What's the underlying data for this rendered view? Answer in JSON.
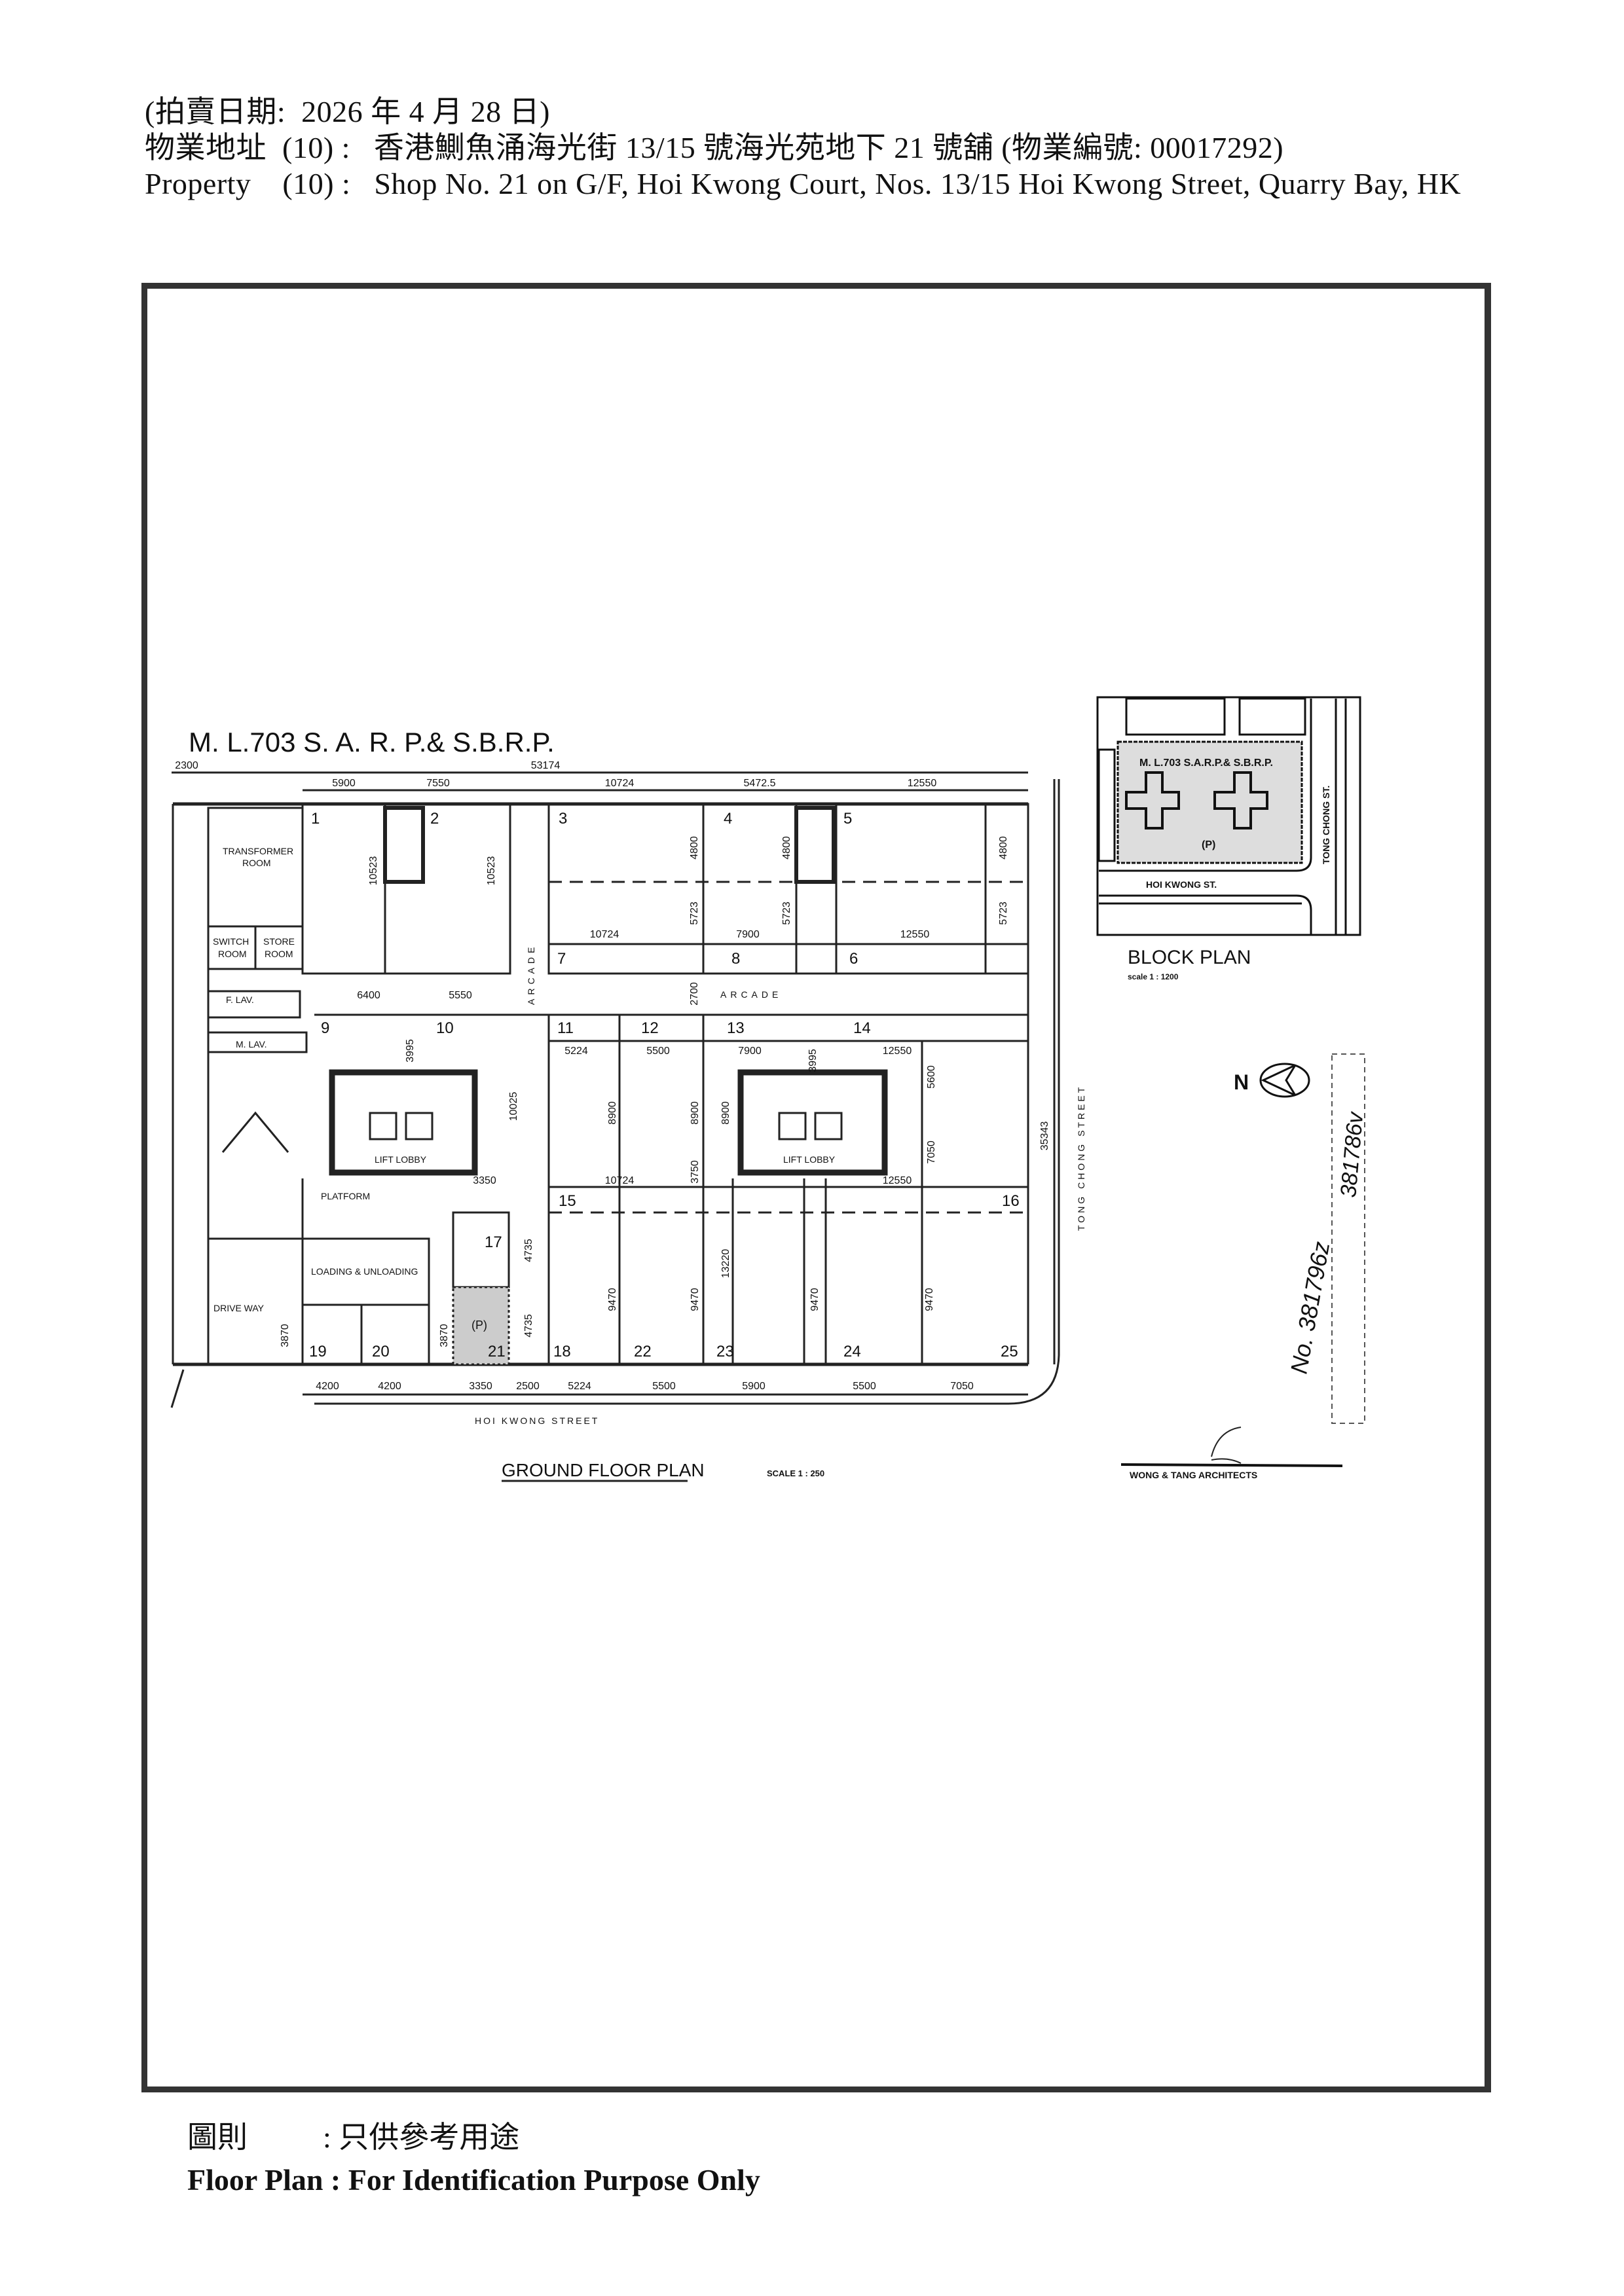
{
  "header": {
    "auction_date": "(拍賣日期:  2026 年 4 月 28 日)",
    "address_zh": "物業地址  (10) :   香港鰂魚涌海光街 13/15 號海光苑地下 21 號舖 (物業編號: 00017292)",
    "address_en": "Property    (10) :   Shop No. 21 on G/F, Hoi Kwong Court, Nos. 13/15 Hoi Kwong Street, Quarry Bay, HK"
  },
  "plan": {
    "lot_title": "M. L.703 S. A. R. P.& S.B.R.P.",
    "title": "GROUND FLOOR PLAN",
    "scale": "SCALE  1 : 250",
    "street_south": "HOI     KWONG     STREET",
    "street_east": "TONG    CHONG    STREET",
    "rooms": {
      "transformer": "TRANSFORMER",
      "transformer2": "ROOM",
      "switch": "SWITCH",
      "switch2": "ROOM",
      "store": "STORE",
      "store2": "ROOM",
      "f_lav": "F. LAV.",
      "m_lav": "M. LAV.",
      "platform": "PLATFORM",
      "loading": "LOADING & UNLOADING",
      "driveway": "DRIVE  WAY",
      "arcade_v": "ARCADE",
      "arcade_h": "ARCADE",
      "lift_lobby_1": "LIFT  LOBBY",
      "lift_lobby_2": "LIFT  LOBBY",
      "parking": "(P)"
    },
    "shops": [
      "1",
      "2",
      "3",
      "4",
      "5",
      "6",
      "7",
      "8",
      "9",
      "10",
      "11",
      "12",
      "13",
      "14",
      "15",
      "16",
      "17",
      "18",
      "19",
      "20",
      "21",
      "22",
      "23",
      "24",
      "25"
    ],
    "dimensions_top": [
      "2300",
      "53174",
      "5900",
      "7550",
      "10724",
      "5472.5",
      "12550"
    ],
    "dimensions_inner": [
      "10523",
      "10523",
      "4800",
      "4800",
      "4800",
      "10724",
      "7900",
      "12550",
      "5723",
      "5723",
      "5723",
      "6400",
      "5550",
      "2700",
      "3995",
      "5224",
      "5500",
      "7900",
      "3995",
      "12550",
      "8900",
      "8900",
      "8900",
      "5600",
      "10025",
      "35343",
      "3350",
      "10724",
      "3750",
      "12550",
      "7050",
      "13220",
      "4735",
      "4735",
      "3870",
      "3870",
      "9470",
      "9470",
      "9470",
      "9470"
    ],
    "dimensions_bottom": [
      "4200",
      "4200",
      "3350",
      "2500",
      "5224",
      "5500",
      "5900",
      "5500",
      "7050"
    ]
  },
  "block_plan": {
    "title": "BLOCK PLAN",
    "scale": "scale   1 :  1200",
    "lot": "M. L.703 S.A.R.P.& S.B.R.P.",
    "street_south": "HOI     KWONG     ST.",
    "street_east": "TONG   CHONG   ST.",
    "parking": "(P)"
  },
  "north_label": "N",
  "architect": "WONG   &   TANG   ARCHITECTS",
  "handwritten": {
    "ref_1": "No. 381796z",
    "ref_2": "381786v"
  },
  "footer": {
    "zh": "圖則          : 只供參考用途",
    "en": "Floor Plan : For Identification Purpose Only"
  }
}
